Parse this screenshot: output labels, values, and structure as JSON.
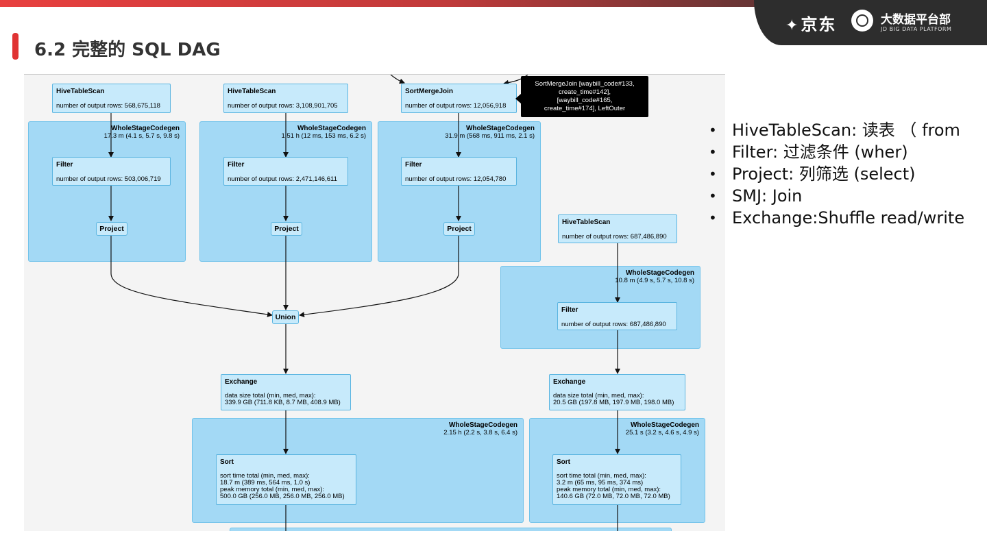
{
  "slide": {
    "title": "6.2 完整的 SQL DAG",
    "logo": {
      "brand": "京东",
      "platform": "大数据平台部",
      "platform_en": "JD BIG DATA PLATFORM"
    }
  },
  "dag": {
    "clusters": [
      {
        "title": "WholeStageCodegen",
        "detail": "17.3 m (4.1 s, 5.7 s, 9.8 s)"
      },
      {
        "title": "WholeStageCodegen",
        "detail": "1.51 h (12 ms, 153 ms, 6.2 s)"
      },
      {
        "title": "WholeStageCodegen",
        "detail": "31.9 m (568 ms, 911 ms, 2.1 s)"
      },
      {
        "title": "WholeStageCodegen",
        "detail": "10.8 m (4.9 s, 5.7 s, 10.8 s)"
      },
      {
        "title": "WholeStageCodegen",
        "detail": "2.15 h (2.2 s, 3.8 s, 6.4 s)"
      },
      {
        "title": "WholeStageCodegen",
        "detail": "25.1 s (3.2 s, 4.6 s, 4.9 s)"
      }
    ],
    "nodes": {
      "scan1": {
        "title": "HiveTableScan",
        "detail": "number of output rows: 568,675,118"
      },
      "scan2": {
        "title": "HiveTableScan",
        "detail": "number of output rows: 3,108,901,705"
      },
      "smj": {
        "title": "SortMergeJoin",
        "detail": "number of output rows: 12,056,918"
      },
      "filter1": {
        "title": "Filter",
        "detail": "number of output rows: 503,006,719"
      },
      "filter2": {
        "title": "Filter",
        "detail": "number of output rows: 2,471,146,611"
      },
      "filter3": {
        "title": "Filter",
        "detail": "number of output rows: 12,054,780"
      },
      "project1": {
        "title": "Project"
      },
      "project2": {
        "title": "Project"
      },
      "project3": {
        "title": "Project"
      },
      "scan4": {
        "title": "HiveTableScan",
        "detail": "number of output rows: 687,486,890"
      },
      "filter4": {
        "title": "Filter",
        "detail": "number of output rows: 687,486,890"
      },
      "union": {
        "title": "Union"
      },
      "exchange1": {
        "title": "Exchange",
        "detail": "data size total (min, med, max):\n339.9 GB (711.8 KB, 8.7 MB, 408.9 MB)"
      },
      "exchange2": {
        "title": "Exchange",
        "detail": "data size total (min, med, max):\n20.5 GB (197.8 MB, 197.9 MB, 198.0 MB)"
      },
      "sort1": {
        "title": "Sort",
        "detail": "sort time total (min, med, max):\n18.7 m (389 ms, 564 ms, 1.0 s)\npeak memory total (min, med, max):\n500.0 GB (256.0 MB, 256.0 MB, 256.0 MB)"
      },
      "sort2": {
        "title": "Sort",
        "detail": "sort time total (min, med, max):\n3.2 m (65 ms, 95 ms, 374 ms)\npeak memory total (min, med, max):\n140.6 GB (72.0 MB, 72.0 MB, 72.0 MB)"
      }
    },
    "tooltip": "SortMergeJoin [waybill_code#133,\ncreate_time#142],\n[waybill_code#165,\ncreate_time#174], LeftOuter"
  },
  "bullets": [
    "HiveTableScan: 读表 （ from",
    "Filter:  过滤条件 (wher)",
    "Project: 列筛选 (select)",
    "SMJ: Join",
    "Exchange:Shuffle read/write"
  ],
  "colors": {
    "accent": "#e03333",
    "cluster": "#a3d9f5",
    "node": "#c7eafb",
    "node_border": "#5ab4e0"
  }
}
